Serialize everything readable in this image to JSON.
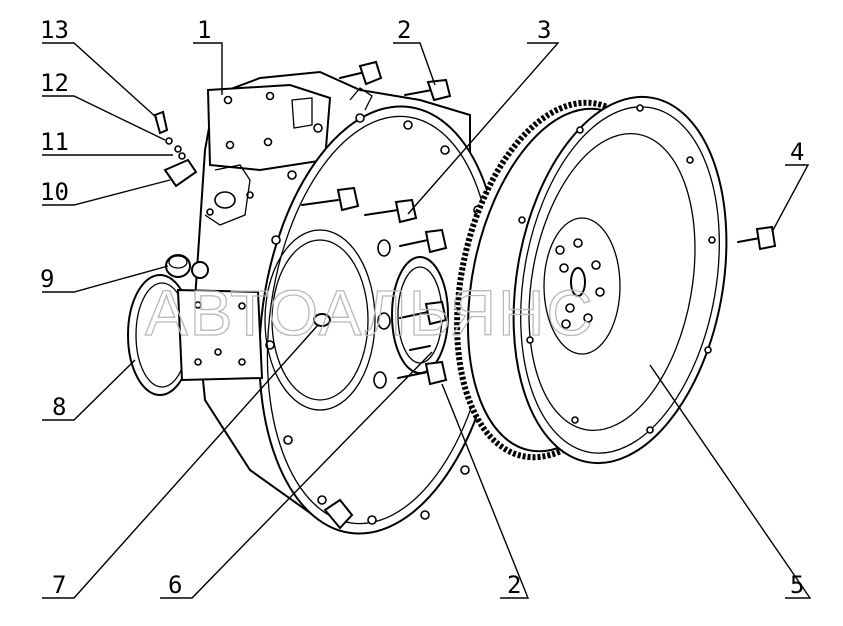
{
  "watermark": "АВТОАЛЬЯНС",
  "callouts": [
    {
      "id": "c13",
      "label": "13"
    },
    {
      "id": "c12",
      "label": "12"
    },
    {
      "id": "c11",
      "label": "11"
    },
    {
      "id": "c10",
      "label": "10"
    },
    {
      "id": "c9",
      "label": "9"
    },
    {
      "id": "c8",
      "label": "8"
    },
    {
      "id": "c7",
      "label": "7"
    },
    {
      "id": "c6",
      "label": "6"
    },
    {
      "id": "c1",
      "label": "1"
    },
    {
      "id": "c2a",
      "label": "2"
    },
    {
      "id": "c3",
      "label": "3"
    },
    {
      "id": "c4",
      "label": "4"
    },
    {
      "id": "c5",
      "label": "5"
    },
    {
      "id": "c2b",
      "label": "2"
    }
  ]
}
